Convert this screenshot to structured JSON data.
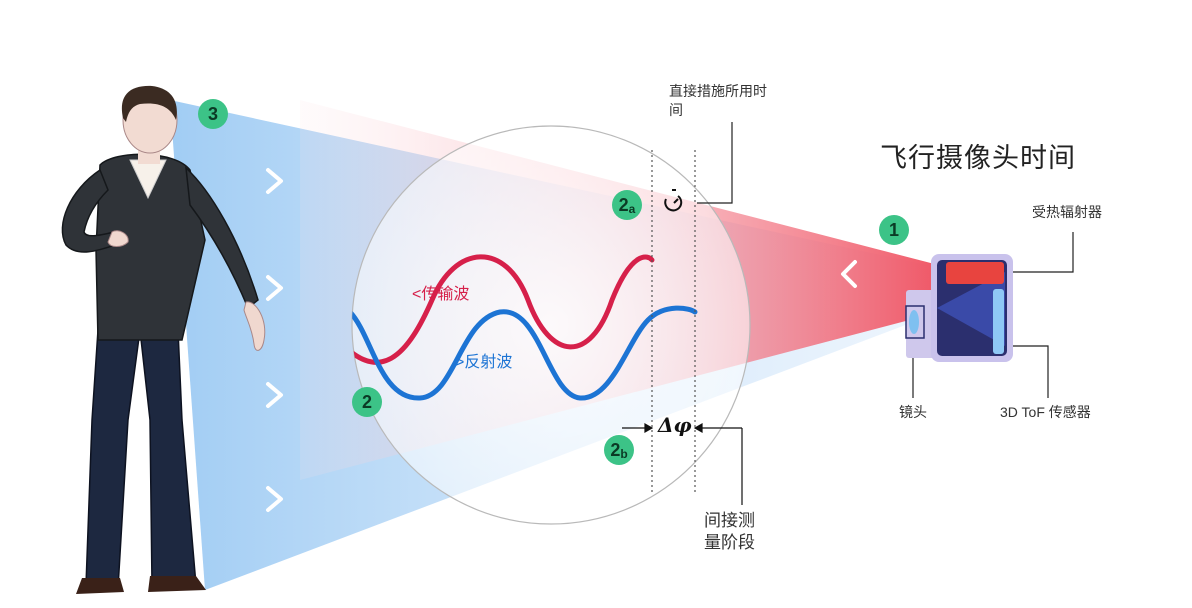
{
  "title": "飞行摄像头时间",
  "labels": {
    "direct_time": "直接措施所用时间",
    "direct_time_line1": "直接措施所用时",
    "direct_time_line2": "间",
    "emitter": "受热辐射器",
    "lens": "镜头",
    "sensor": "3D ToF 传感器",
    "indirect_line1": "间接测",
    "indirect_line2": "量阶段",
    "transmit_wave": "<传输波",
    "reflect_wave": ">反射波",
    "phase_delta": "Δφ"
  },
  "badges": {
    "b1": "1",
    "b2": "2",
    "b3": "3",
    "b2a_main": "2",
    "b2a_sub": "a",
    "b2b_main": "2",
    "b2b_sub": "b"
  },
  "colors": {
    "transmit": "#d6204a",
    "reflect": "#1d74d4",
    "badge": "#3cc387",
    "camera_body": "#2b2f6e",
    "emitter": "#e8443f",
    "sensor": "#8fc8f5"
  },
  "icons": {
    "stopwatch": "stopwatch-icon",
    "chevron_left": "chevron-left-icon",
    "chevron_right": "chevron-right-icon"
  }
}
